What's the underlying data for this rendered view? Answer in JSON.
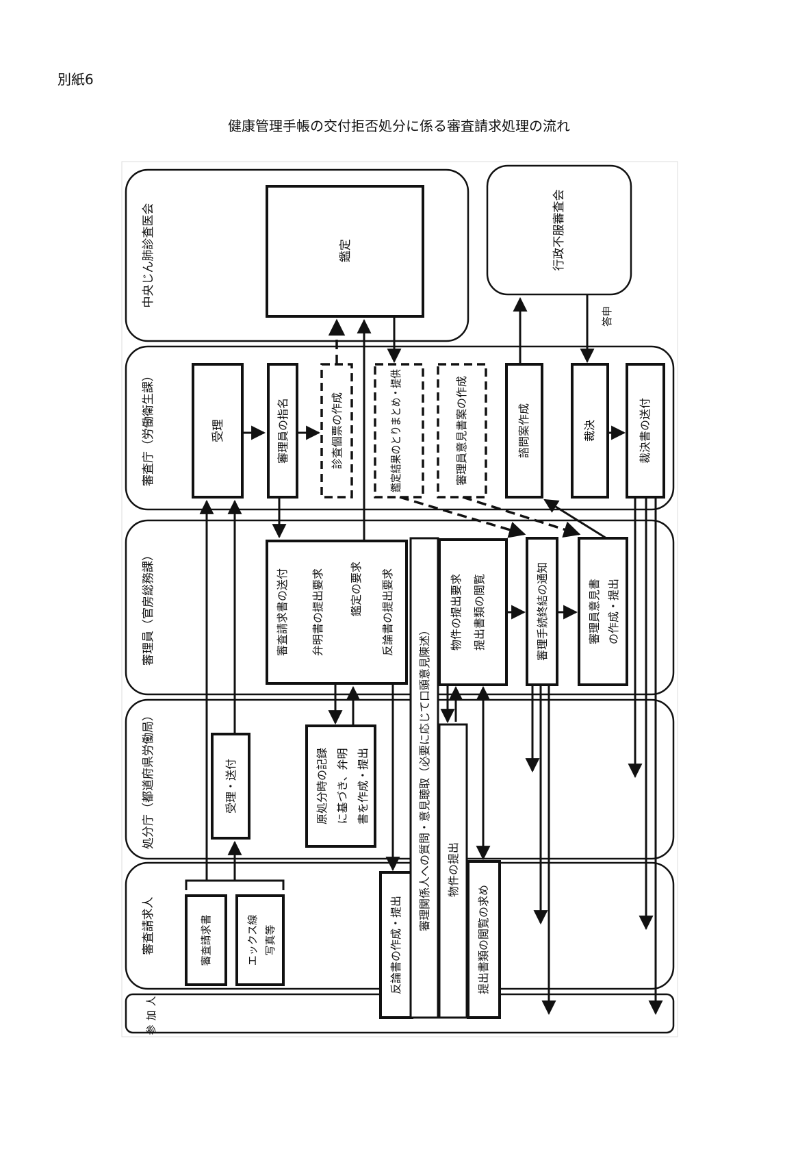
{
  "document": {
    "label": "別紙6",
    "title": "健康管理手帳の交付拒否処分に係る審査請求処理の流れ"
  },
  "lanes": [
    {
      "label": "中央じん肺診査医会"
    },
    {
      "label": "審査庁（労働衛生課）"
    },
    {
      "label": "審理員（官房総務課）"
    },
    {
      "label": "処分庁（都道府県労働局）"
    },
    {
      "label": "審査請求人"
    },
    {
      "label": "参加人"
    }
  ],
  "external_org": {
    "label": "行政不服審査会"
  },
  "boxes": {
    "kantei": "鑑定",
    "juri": "受理",
    "shinriin_shimei": "審理員の指名",
    "shinsa_kanban": "診査個票の作成",
    "kantei_kekka": "鑑定結果のとりまとめ・提供",
    "ikensho_an": "審理員意見書案の作成",
    "shimon_an": "諮問案作成",
    "saiketsu": "裁決",
    "saiketsu_sofu": "裁決書の送付",
    "shinri_main_lines": [
      "審査請求書の送付",
      "弁明書の提出要求",
      "鑑定の要求",
      "反論書の提出要求"
    ],
    "bukken_lines": [
      "物件の提出要求",
      "提出書類の閲覧"
    ],
    "shuketsu": "審理手続終結の通知",
    "ikensho_lines": [
      "審理員意見書",
      "の作成・提出"
    ],
    "juri_sofu": "受理・送付",
    "benmei_lines": [
      "原処分時の記録",
      "に基づき、弁明",
      "書を作成・提出"
    ],
    "shinsa_seikyusho": "審査請求書",
    "xray_lines": [
      "エックス線",
      "写真等"
    ],
    "hanron": "反論書の作成・提出",
    "koto_iken": "審理関係人への質問・意見聴取（必要に応じて口頭意見陳述）",
    "bukken_teishutsu": "物件の提出",
    "eturan": "提出書類の閲覧の求め"
  },
  "annotations": {
    "toshin": "答申"
  }
}
